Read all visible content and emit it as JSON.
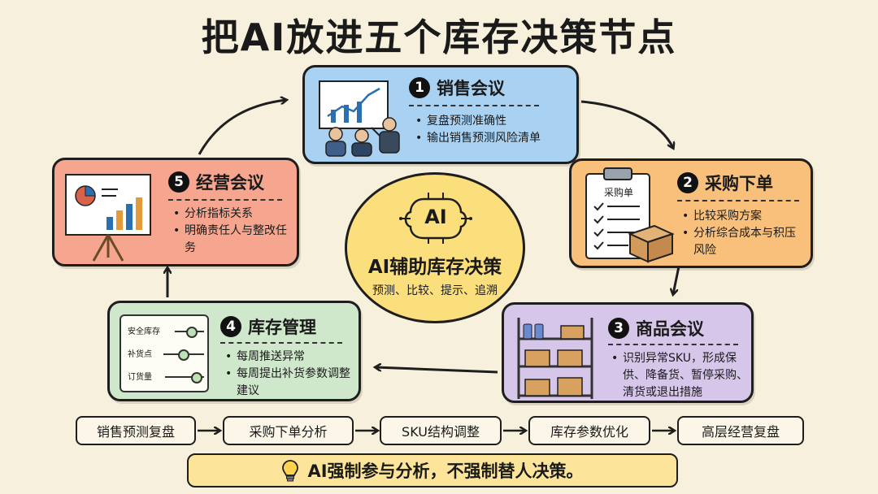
{
  "title": "把AI放进五个库存决策节点",
  "nodes": [
    {
      "num": "1",
      "title": "销售会议",
      "bullets": [
        "复盘预测准确性",
        "输出销售预测风险清单"
      ]
    },
    {
      "num": "2",
      "title": "采购下单",
      "bullets": [
        "比较采购方案",
        "分析综合成本与积压风险"
      ],
      "art_label": "采购单"
    },
    {
      "num": "3",
      "title": "商品会议",
      "bullets": [
        "识别异常SKU，形成保供、降备货、暂停采购、清货或退出措施"
      ]
    },
    {
      "num": "4",
      "title": "库存管理",
      "bullets": [
        "每周推送异常",
        "每周提出补货参数调整建议"
      ],
      "sliders": [
        "安全库存",
        "补货点",
        "订货量"
      ]
    },
    {
      "num": "5",
      "title": "经营会议",
      "bullets": [
        "分析指标关系",
        "明确责任人与整改任务"
      ]
    }
  ],
  "center": {
    "icon_label": "AI",
    "title": "AI辅助库存决策",
    "subtitle": "预测、比较、提示、追溯"
  },
  "flow": [
    "销售预测复盘",
    "采购下单分析",
    "SKU结构调整",
    "库存参数优化",
    "高层经营复盘"
  ],
  "note": "AI强制参与分析，不强制替人决策。",
  "colors": {
    "background": "#f7f0dc",
    "node1": "#a9d2f2",
    "node2": "#f8c07a",
    "node3": "#d5c6ea",
    "node4": "#cfe8cc",
    "node5": "#f6a58f",
    "center": "#fcdf7d",
    "note": "#fce59a"
  }
}
